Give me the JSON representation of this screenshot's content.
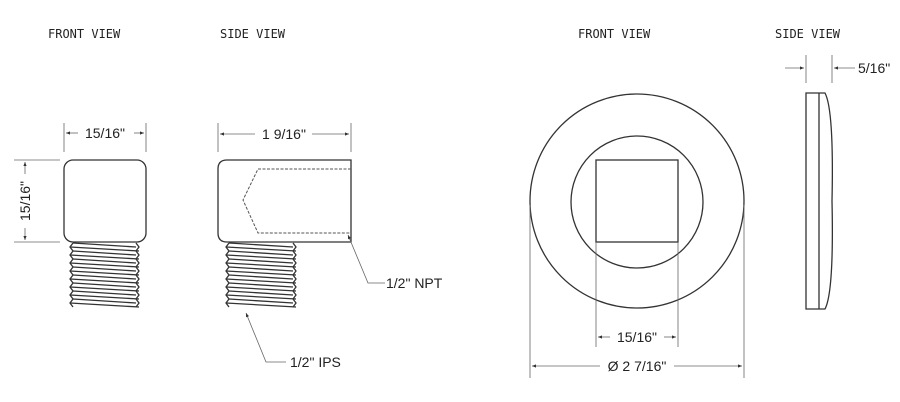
{
  "headers": {
    "left_front": "FRONT VIEW",
    "left_side": "SIDE VIEW",
    "right_front": "FRONT VIEW",
    "right_side": "SIDE VIEW"
  },
  "dimensions": {
    "plug_width": "15/16\"",
    "plug_height": "15/16\"",
    "elbow_length": "1 9/16\"",
    "npt": "1/2\" NPT",
    "ips": "1/2\" IPS",
    "square_width": "15/16\"",
    "flange_diameter": "Ø 2 7/16\"",
    "flange_thickness": "5/16\""
  }
}
